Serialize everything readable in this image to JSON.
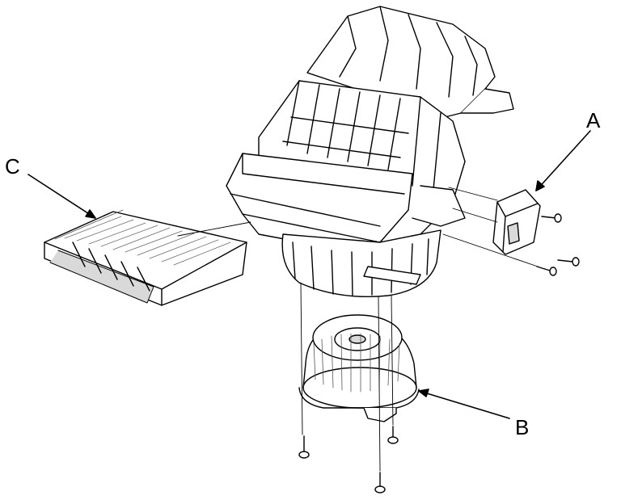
{
  "callouts": {
    "a": "A",
    "b": "B",
    "c": "C"
  },
  "colors": {
    "line": "#000000",
    "fill": "#ffffff",
    "shade": "#d9d9d9"
  }
}
